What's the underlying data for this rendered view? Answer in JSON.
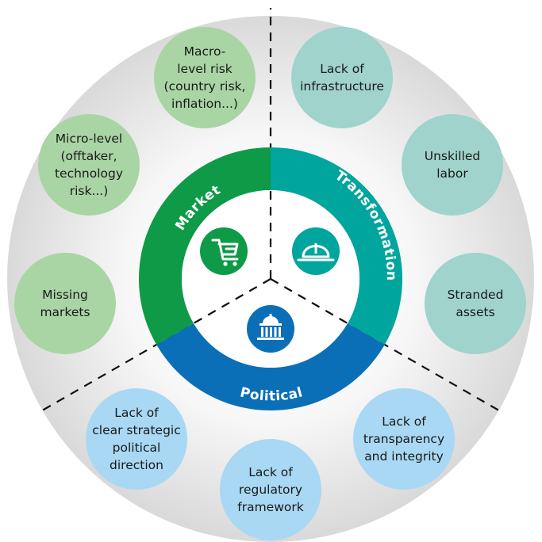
{
  "categories": {
    "market": {
      "label": "Market",
      "color": "#0e9a47",
      "icon": "shopping-cart-icon"
    },
    "transformation": {
      "label": "Transformation",
      "color": "#00a59e",
      "icon": "hard-hat-icon"
    },
    "political": {
      "label": "Political",
      "color": "#0b6fb8",
      "icon": "capitol-building-icon"
    }
  },
  "risks": {
    "market": [
      {
        "lines": [
          "Macro-",
          "level risk",
          "(country risk,",
          "inflation...)"
        ],
        "color": "#a9d5a4"
      },
      {
        "lines": [
          "Micro-level",
          "(offtaker,",
          "technology",
          "risk...)"
        ],
        "color": "#a9d5a4"
      },
      {
        "lines": [
          "Missing",
          "markets"
        ],
        "color": "#a9d5a4"
      }
    ],
    "transformation": [
      {
        "lines": [
          "Lack of",
          "infrastructure"
        ],
        "color": "#9fd3cc"
      },
      {
        "lines": [
          "Unskilled",
          "labor"
        ],
        "color": "#9fd3cc"
      },
      {
        "lines": [
          "Stranded",
          "assets"
        ],
        "color": "#9fd3cc"
      }
    ],
    "political": [
      {
        "lines": [
          "Lack of",
          "clear strategic",
          "political",
          "direction"
        ],
        "color": "#a8d8f3"
      },
      {
        "lines": [
          "Lack of",
          "regulatory",
          "framework"
        ],
        "color": "#a8d8f3"
      },
      {
        "lines": [
          "Lack of",
          "transparency",
          "and integrity"
        ],
        "color": "#a8d8f3"
      }
    ]
  }
}
